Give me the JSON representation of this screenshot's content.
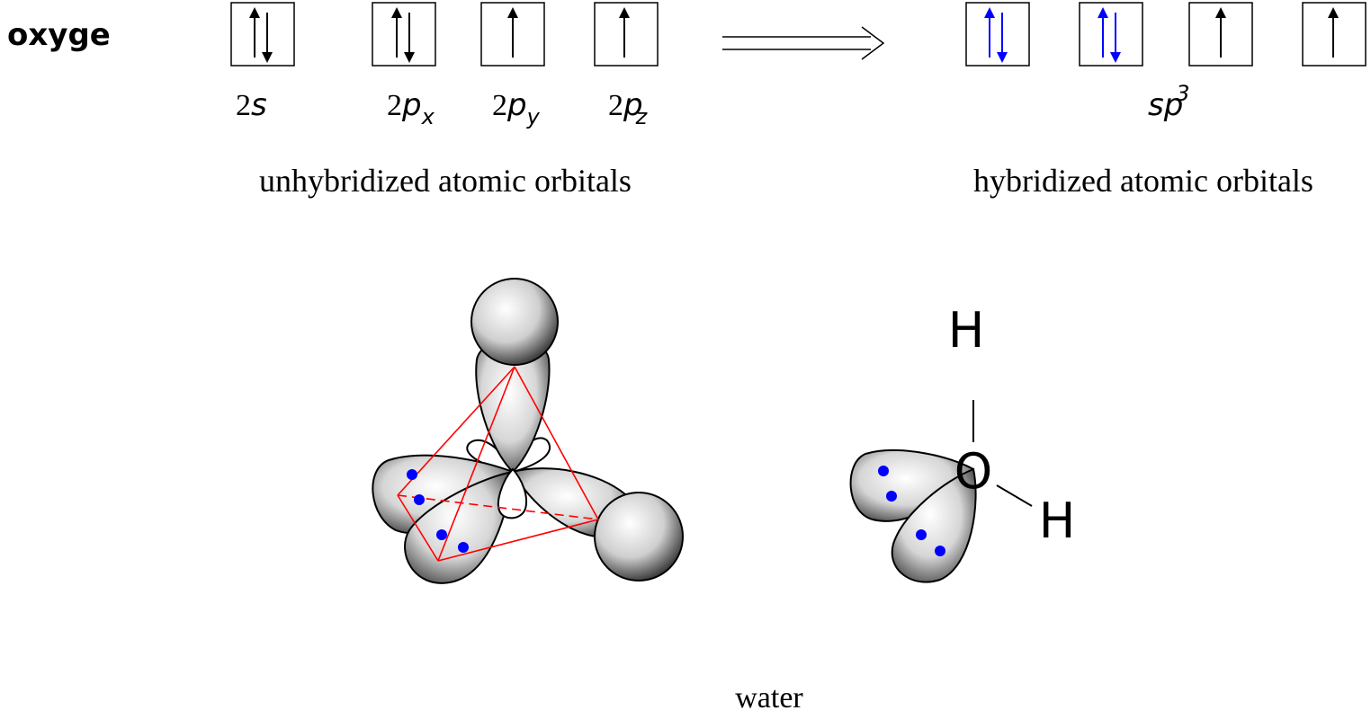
{
  "element_label": "oxyge",
  "unhybridized": {
    "orbitals": [
      {
        "num": "2",
        "letter": "s",
        "sub": "",
        "electrons": "pair"
      },
      {
        "num": "2",
        "letter": "p",
        "sub": "x",
        "electrons": "pair"
      },
      {
        "num": "2",
        "letter": "p",
        "sub": "y",
        "electrons": "up"
      },
      {
        "num": "2",
        "letter": "p",
        "sub": "z",
        "electrons": "up"
      }
    ],
    "caption": "unhybridized atomic orbitals"
  },
  "hybridized": {
    "orbital_label": {
      "base": "sp",
      "sup": "3"
    },
    "boxes": [
      {
        "electrons": "pair",
        "color": "#0000ff"
      },
      {
        "electrons": "pair",
        "color": "#0000ff"
      },
      {
        "electrons": "up",
        "color": "#000000"
      },
      {
        "electrons": "up",
        "color": "#000000"
      }
    ],
    "caption": "hybridized atomic orbitals"
  },
  "colors": {
    "paired_electron_arrows": "#0000ff",
    "lone_pair_dots": "#0000ff",
    "tetrahedron_lines": "#ff0000",
    "outline": "#000000"
  },
  "molecule": {
    "central_atom": "O",
    "hydrogen_top": "H",
    "hydrogen_right": "H",
    "caption": "water"
  }
}
